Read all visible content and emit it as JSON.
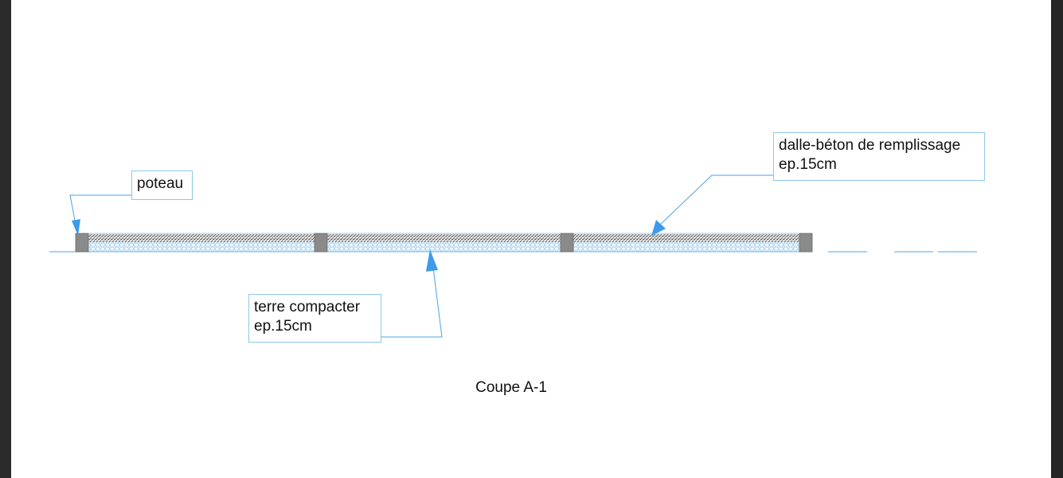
{
  "labels": {
    "poteau": {
      "line1": "poteau"
    },
    "dalle": {
      "line1": "dalle-béton de remplissage",
      "line2": "ep.15cm"
    },
    "terre": {
      "line1": "terre compacter",
      "line2": "ep.15cm"
    }
  },
  "title": "Coupe A-1",
  "colors": {
    "leader_line": "#4aa3e8",
    "arrow": "#3d9be9",
    "column": "#8a8a8a",
    "label_border": "#8ec7e8",
    "slab_hatch": "#555555",
    "earth_hatch": "#9ec9ea"
  }
}
